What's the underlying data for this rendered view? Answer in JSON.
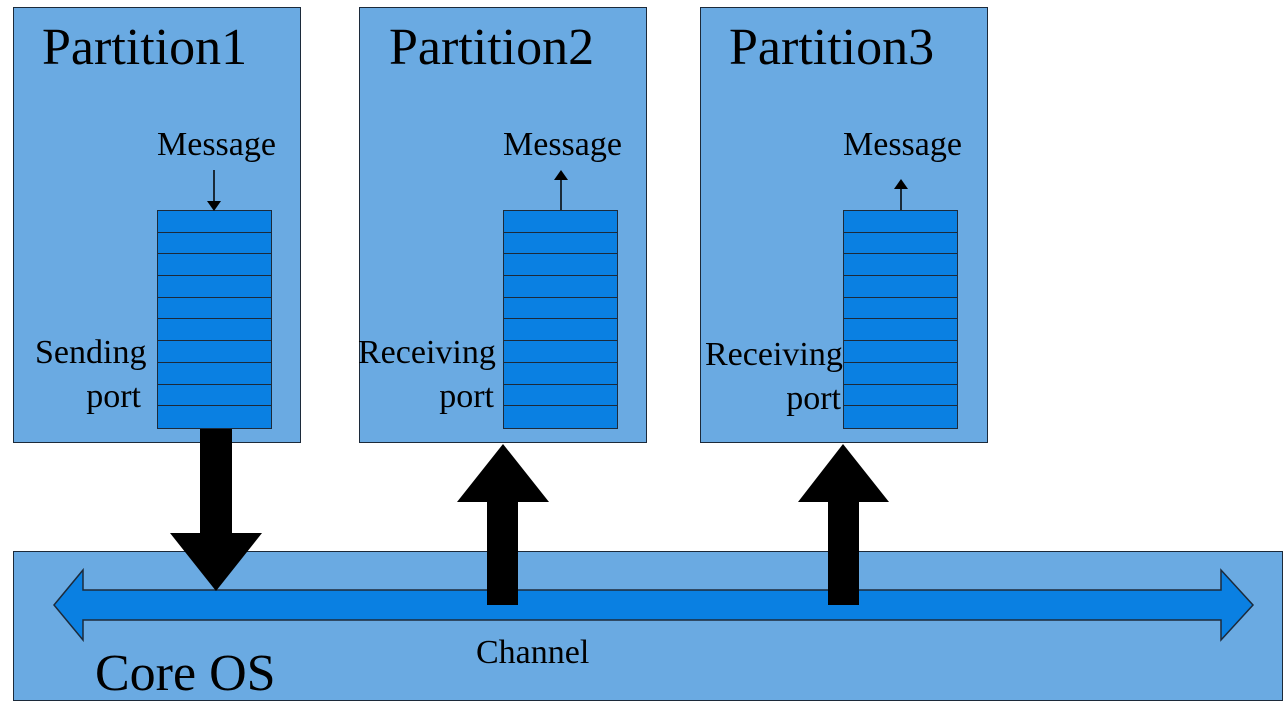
{
  "partitions": [
    {
      "title": "Partition1",
      "message": "Message",
      "port_label_line1": "Sending",
      "port_label_line2": "port",
      "direction": "send"
    },
    {
      "title": "Partition2",
      "message": "Message",
      "port_label_line1": "Receiving",
      "port_label_line2": "port",
      "direction": "receive"
    },
    {
      "title": "Partition3",
      "message": "Message",
      "port_label_line1": "Receiving",
      "port_label_line2": "port",
      "direction": "receive"
    }
  ],
  "core": {
    "title": "Core OS",
    "channel_label": "Channel"
  },
  "colors": {
    "box_fill": "#6aaae2",
    "queue_fill": "#0a80e2",
    "outline": "#1c2a3a",
    "arrow": "#000000"
  }
}
